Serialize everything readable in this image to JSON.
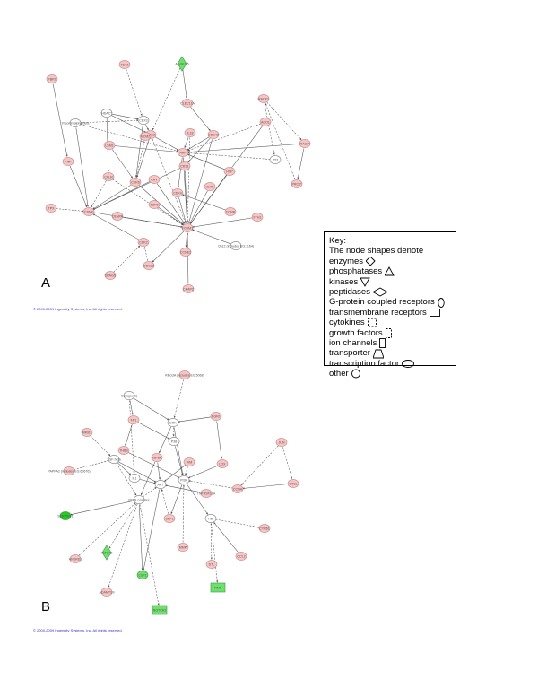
{
  "panels": {
    "a": {
      "letter": "A",
      "copyright": "© 2000-2009 Ingenuity Systems, Inc. All rights reserved."
    },
    "b": {
      "letter": "B",
      "copyright": "© 2000-2009 Ingenuity Systems, Inc. All rights reserved."
    }
  },
  "key": {
    "title": "Key:",
    "subtitle": "The node shapes denote",
    "items": [
      {
        "label": "enzymes",
        "shape": "diamond"
      },
      {
        "label": "phosphatases",
        "shape": "triangle"
      },
      {
        "label": "kinases",
        "shape": "inverted-triangle"
      },
      {
        "label": "peptidases",
        "shape": "wide-diamond"
      },
      {
        "label": "G-protein coupled receptors",
        "shape": "tall-ellipse"
      },
      {
        "label": "transmembrane receptors",
        "shape": "rectangle"
      },
      {
        "label": "cytokines",
        "shape": "dashed-square"
      },
      {
        "label": "growth factors",
        "shape": "dashed-rectangle"
      },
      {
        "label": "ion channels",
        "shape": "tall-rectangle"
      },
      {
        "label": "transporter",
        "shape": "trapezoid"
      },
      {
        "label": "transcription factor",
        "shape": "ellipse"
      },
      {
        "label": "other",
        "shape": "circle"
      }
    ]
  },
  "network_a": {
    "nodes": [
      {
        "id": "a1",
        "label": "TET2",
        "shape": "circle",
        "color": "#f6c6c6"
      },
      {
        "id": "a2",
        "label": "AGGF1/5",
        "shape": "diamond",
        "color": "#6ee06e"
      },
      {
        "id": "a3",
        "label": "FBP2",
        "shape": "circle",
        "color": "#f6c6c6"
      },
      {
        "id": "a4",
        "label": "CLEC11A",
        "shape": "circle",
        "color": "#f6c6c6"
      },
      {
        "id": "a5",
        "label": "Importin alpha/beta",
        "shape": "circle",
        "color": "#ffffff"
      },
      {
        "id": "a6",
        "label": "HDAC*",
        "shape": "circle",
        "color": "#ffffff"
      },
      {
        "id": "a7",
        "label": "CBX3",
        "shape": "circle",
        "color": "#ffffff"
      },
      {
        "id": "a8",
        "label": "RACK1",
        "shape": "circle",
        "color": "#f6c6c6"
      },
      {
        "id": "a9",
        "label": "IL18",
        "shape": "circle",
        "color": "#f6c6c6"
      },
      {
        "id": "a10",
        "label": "CDC2",
        "shape": "circle",
        "color": "#f6c6c6"
      },
      {
        "id": "a11",
        "label": "LSM1",
        "shape": "circle",
        "color": "#f6c6c6"
      },
      {
        "id": "a12",
        "label": "CDC42",
        "shape": "circle",
        "color": "#f6c6c6"
      },
      {
        "id": "a13",
        "label": "ACO1",
        "shape": "circle",
        "color": "#f6c6c6"
      },
      {
        "id": "a14",
        "label": "RAC1*",
        "shape": "circle",
        "color": "#f6c6c6"
      },
      {
        "id": "a15",
        "label": "ARF",
        "shape": "circle",
        "color": "#f6c6c6"
      },
      {
        "id": "a16",
        "label": "PNP",
        "shape": "circle",
        "color": "#f6c6c6"
      },
      {
        "id": "a17",
        "label": "CALR",
        "shape": "circle",
        "color": "#f6c6c6"
      },
      {
        "id": "a18",
        "label": "CDK6",
        "shape": "circle",
        "color": "#f6c6c6"
      },
      {
        "id": "a19",
        "label": "CRY",
        "shape": "circle",
        "color": "#f6c6c6"
      },
      {
        "id": "a20",
        "label": "CKS1",
        "shape": "circle",
        "color": "#f6c6c6"
      },
      {
        "id": "a21",
        "label": "HSP",
        "shape": "circle",
        "color": "#f6c6c6"
      },
      {
        "id": "a22",
        "label": "CSNK",
        "shape": "circle",
        "color": "#f6c6c6"
      },
      {
        "id": "a23",
        "label": "TPX",
        "shape": "circle",
        "color": "#f6c6c6"
      },
      {
        "id": "a24",
        "label": "FOXM1",
        "shape": "circle",
        "color": "#f6c6c6"
      },
      {
        "id": "a25",
        "label": "CCNB",
        "shape": "circle",
        "color": "#f6c6c6"
      },
      {
        "id": "a26",
        "label": "FTH1",
        "shape": "circle",
        "color": "#f6c6c6"
      },
      {
        "id": "a27",
        "label": "CDK4",
        "shape": "circle",
        "color": "#f6c6c6"
      },
      {
        "id": "a28",
        "label": "TOP2",
        "shape": "circle",
        "color": "#f6c6c6"
      },
      {
        "id": "a29",
        "label": "CCNE2",
        "shape": "circle",
        "color": "#f6c6c6"
      },
      {
        "id": "a30",
        "label": "SPAG5",
        "shape": "circle",
        "color": "#f6c6c6"
      },
      {
        "id": "a31",
        "label": "CDC20",
        "shape": "circle",
        "color": "#f6c6c6"
      },
      {
        "id": "a32",
        "label": "CKAP2",
        "shape": "circle",
        "color": "#f6c6c6"
      },
      {
        "id": "a33",
        "label": "CHK2",
        "shape": "circle",
        "color": "#f6c6c6"
      },
      {
        "id": "a34",
        "label": "CENPA",
        "shape": "circle",
        "color": "#f6c6c6"
      },
      {
        "id": "a35",
        "label": "Ch12 (includes EG:1164)",
        "shape": "circle",
        "color": "#ffffff"
      },
      {
        "id": "a36",
        "label": "P53",
        "shape": "circle",
        "color": "#ffffff"
      },
      {
        "id": "a37",
        "label": "HLTF",
        "shape": "circle",
        "color": "#f6c6c6"
      },
      {
        "id": "a38",
        "label": "MCM2",
        "shape": "circle",
        "color": "#f6c6c6"
      },
      {
        "id": "a39",
        "label": "PRC1*",
        "shape": "circle",
        "color": "#f6c6c6"
      }
    ]
  },
  "network_b": {
    "nodes": [
      {
        "id": "b1",
        "label": "REG3A (includes EG:5068)",
        "shape": "circle",
        "color": "#f6c6c6"
      },
      {
        "id": "b2",
        "label": "Collagen(s)",
        "shape": "circle",
        "color": "#ffffff"
      },
      {
        "id": "b3",
        "label": "EGR1",
        "shape": "circle",
        "color": "#f6c6c6"
      },
      {
        "id": "b4",
        "label": "MKI67",
        "shape": "circle",
        "color": "#f6c6c6"
      },
      {
        "id": "b5",
        "label": "PAPPA2 (includes EG:60676)",
        "shape": "circle",
        "color": "#f6c6c6"
      },
      {
        "id": "b6",
        "label": "ERK",
        "shape": "circle",
        "color": "#ffffff"
      },
      {
        "id": "b7",
        "label": "NFkB complex",
        "shape": "circle",
        "color": "#ffffff"
      },
      {
        "id": "b8",
        "label": "TGF beta",
        "shape": "circle",
        "color": "#ffffff"
      },
      {
        "id": "b9",
        "label": "NOTCH1",
        "shape": "rectangle",
        "color": "#6ee06e"
      },
      {
        "id": "b10",
        "label": "CSF1",
        "shape": "circle",
        "color": "#6ee06e"
      },
      {
        "id": "b11",
        "label": "HMGA2",
        "shape": "diamond",
        "color": "#6ee06e"
      },
      {
        "id": "b12",
        "label": "SERPINF1",
        "shape": "circle",
        "color": "#22cc22"
      },
      {
        "id": "b13",
        "label": "ADAMTS9",
        "shape": "circle",
        "color": "#f6c6c6"
      },
      {
        "id": "b14",
        "label": "JUN",
        "shape": "circle",
        "color": "#f6c6c6"
      },
      {
        "id": "b15",
        "label": "CTSL",
        "shape": "circle",
        "color": "#f6c6c6"
      },
      {
        "id": "b16",
        "label": "ANKRD1",
        "shape": "circle",
        "color": "#f6c6c6"
      },
      {
        "id": "b17",
        "label": "TNFRSF12A",
        "shape": "circle",
        "color": "#f6c6c6"
      },
      {
        "id": "b18",
        "label": "CCNA",
        "shape": "circle",
        "color": "#f6c6c6"
      },
      {
        "id": "b19",
        "label": "FN1",
        "shape": "circle",
        "color": "#f6c6c6"
      },
      {
        "id": "b20",
        "label": "TIMP",
        "shape": "rectangle",
        "color": "#6ee06e"
      },
      {
        "id": "b21",
        "label": "THBS",
        "shape": "circle",
        "color": "#f6c6c6"
      },
      {
        "id": "b22",
        "label": "IGFBP",
        "shape": "circle",
        "color": "#f6c6c6"
      },
      {
        "id": "b23",
        "label": "VIM",
        "shape": "circle",
        "color": "#f6c6c6"
      },
      {
        "id": "b24",
        "label": "LOX",
        "shape": "circle",
        "color": "#f6c6c6"
      },
      {
        "id": "b25",
        "label": "SPP1",
        "shape": "circle",
        "color": "#f6c6c6"
      },
      {
        "id": "b26",
        "label": "CCL2",
        "shape": "circle",
        "color": "#f6c6c6"
      },
      {
        "id": "b27",
        "label": "MMP",
        "shape": "circle",
        "color": "#f6c6c6"
      },
      {
        "id": "b28",
        "label": "AKT",
        "shape": "circle",
        "color": "#ffffff"
      },
      {
        "id": "b29",
        "label": "PI3K",
        "shape": "circle",
        "color": "#ffffff"
      },
      {
        "id": "b30",
        "label": "P38",
        "shape": "circle",
        "color": "#ffffff"
      },
      {
        "id": "b31",
        "label": "IL1",
        "shape": "circle",
        "color": "#ffffff"
      },
      {
        "id": "b32",
        "label": "TNF",
        "shape": "circle",
        "color": "#ffffff"
      },
      {
        "id": "b33",
        "label": "DTL",
        "shape": "circle",
        "color": "#f6c6c6"
      },
      {
        "id": "b34",
        "label": "CYR61",
        "shape": "circle",
        "color": "#f6c6c6"
      }
    ]
  },
  "colors": {
    "upregulated": "#f6c6c6",
    "upregulated_stroke": "#c98080",
    "downregulated": "#6ee06e",
    "neutral": "#ffffff",
    "edge": "#555555",
    "copyright": "#3333cc"
  }
}
